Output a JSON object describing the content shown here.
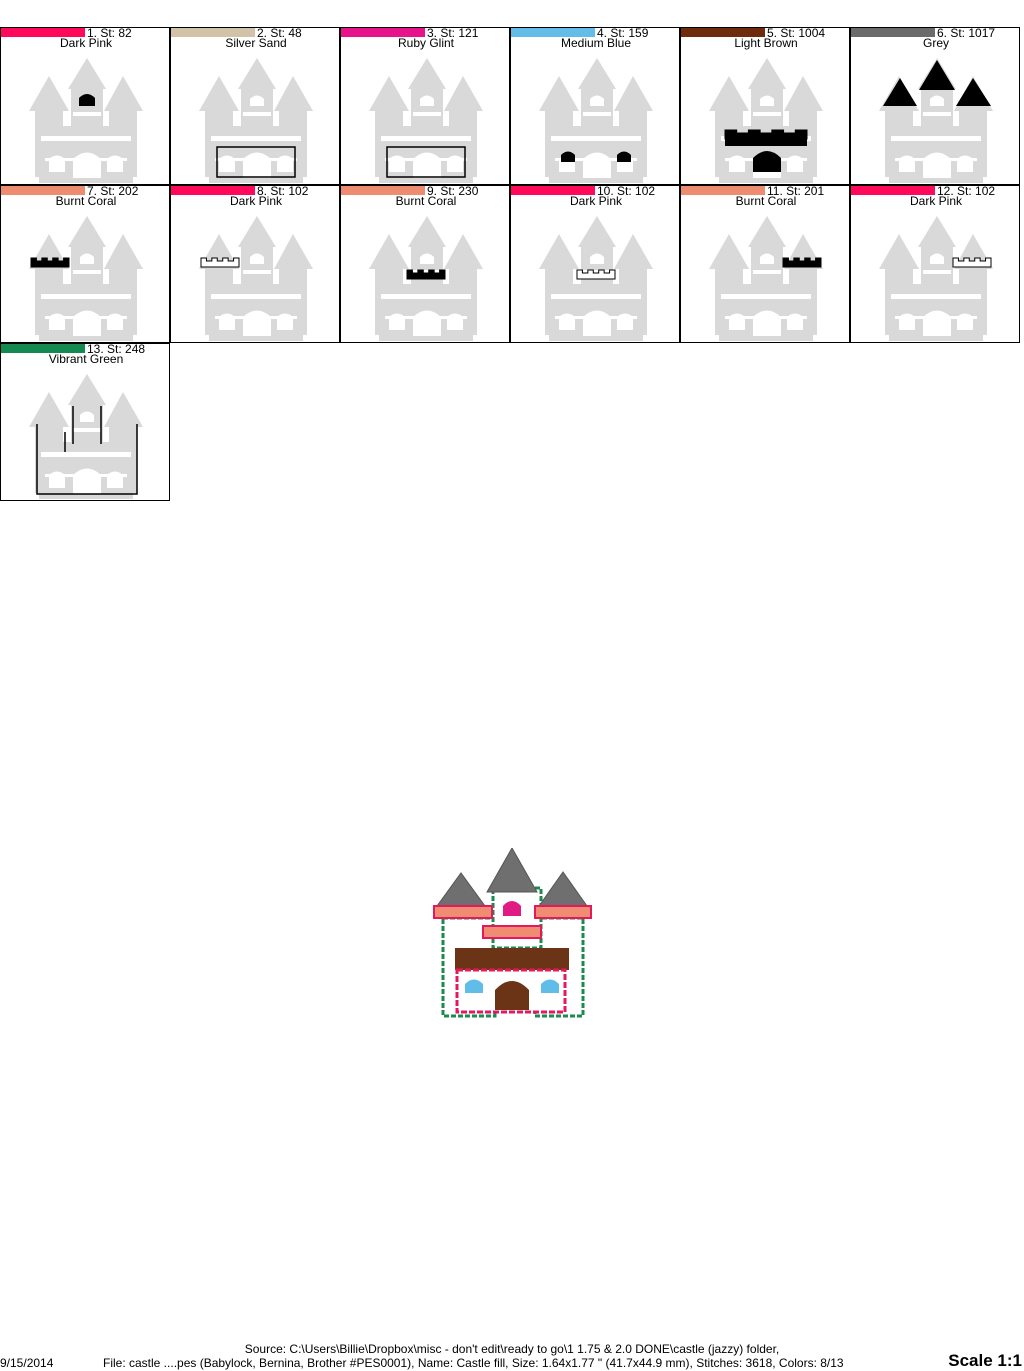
{
  "colors": {
    "ghost": "#d9d9d9",
    "highlight": "#000000",
    "castle": {
      "roof": "#6f6f6f",
      "pink": "#e5185f",
      "coral": "#ef8c72",
      "brown": "#6b3416",
      "blue": "#5fbde8",
      "green": "#1a8a4e",
      "ruby": "#e01b84"
    }
  },
  "cells": [
    {
      "num": "1. St: 82",
      "name": "Dark Pink",
      "color": "#ff0a5a",
      "part": "top-window"
    },
    {
      "num": "2. St: 48",
      "name": "Silver Sand",
      "color": "#d2c3a8",
      "part": "lower-box"
    },
    {
      "num": "3. St: 121",
      "name": "Ruby Glint",
      "color": "#e8138a",
      "part": "lower-box"
    },
    {
      "num": "4. St: 159",
      "name": "Medium Blue",
      "color": "#64bde8",
      "part": "side-windows"
    },
    {
      "num": "5. St: 1004",
      "name": "Light Brown",
      "color": "#6e2c0c",
      "part": "main-wall"
    },
    {
      "num": "6. St: 1017",
      "name": "Grey",
      "color": "#6b6b6b",
      "part": "roofs"
    },
    {
      "num": "7. St: 202",
      "name": "Burnt Coral",
      "color": "#ee8c72",
      "part": "left-battlement"
    },
    {
      "num": "8. St: 102",
      "name": "Dark Pink",
      "color": "#ff0a5a",
      "part": "left-battlement-outline"
    },
    {
      "num": "9. St: 230",
      "name": "Burnt Coral",
      "color": "#ee8c72",
      "part": "center-battlement"
    },
    {
      "num": "10. St: 102",
      "name": "Dark Pink",
      "color": "#ff0a5a",
      "part": "center-battlement-outline"
    },
    {
      "num": "11. St: 201",
      "name": "Burnt Coral",
      "color": "#ee8c72",
      "part": "right-battlement"
    },
    {
      "num": "12. St: 102",
      "name": "Dark Pink",
      "color": "#ff0a5a",
      "part": "right-battlement-outline"
    },
    {
      "num": "13. St: 248",
      "name": "Vibrant Green",
      "color": "#138a4f",
      "part": "outline"
    }
  ],
  "footer": {
    "source": "Source: C:\\Users\\Billie\\Dropbox\\misc - don't edit\\ready to go\\1 1.75 & 2.0 DONE\\castle (jazzy) folder,",
    "date": "9/15/2014",
    "file": "File: castle ....pes (Babylock, Bernina, Brother #PES0001), Name: Castle fill, Size: 1.64x1.77 \" (41.7x44.9 mm), Stitches: 3618, Colors: 8/13",
    "scale": "Scale 1:1"
  }
}
